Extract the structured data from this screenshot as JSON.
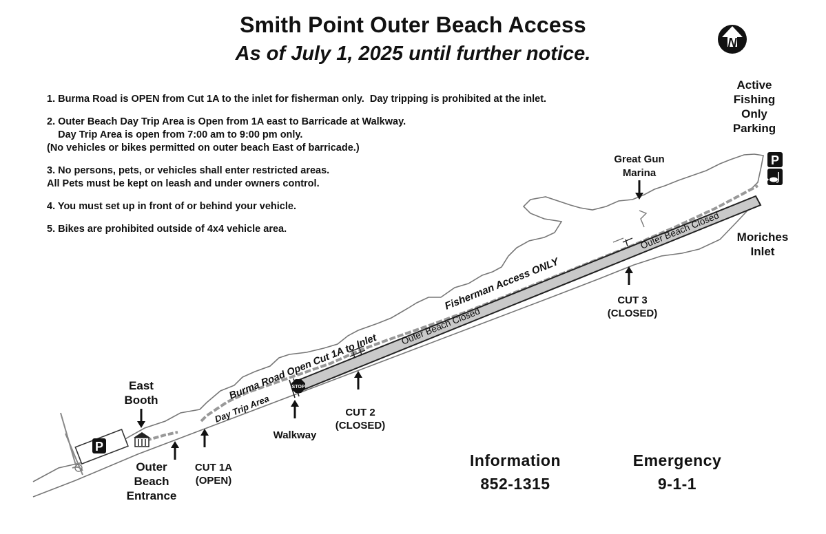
{
  "header": {
    "title": "Smith Point Outer Beach Access",
    "subtitle": "As of July 1, 2025 until further notice."
  },
  "rules": [
    [
      "1. Burma Road is OPEN from Cut 1A to the inlet for fisherman only.  Day tripping is prohibited at the inlet."
    ],
    [
      "2. Outer Beach Day Trip Area is Open from 1A east to Barricade at Walkway.",
      "    Day Trip Area is open from 7:00 am to 9:00 pm only.",
      "(No vehicles or bikes permitted on outer beach East of barricade.)"
    ],
    [
      "3. No persons, pets, or vehicles shall enter restricted areas.",
      "All Pets must be kept on leash and under owners control."
    ],
    [
      "4. You must set up in front of or behind your vehicle."
    ],
    [
      "5. Bikes are prohibited outside of 4x4 vehicle area."
    ]
  ],
  "labels": {
    "active_parking": [
      "Active",
      "Fishing",
      "Only",
      "Parking"
    ],
    "great_gun": [
      "Great Gun",
      "Marina"
    ],
    "moriches": [
      "Moriches",
      "Inlet"
    ],
    "cut3": [
      "CUT 3",
      "(CLOSED)"
    ],
    "cut2": [
      "CUT 2",
      "(CLOSED)"
    ],
    "walkway": [
      "Walkway"
    ],
    "east_booth": [
      "East",
      "Booth"
    ],
    "outer_entrance": [
      "Outer",
      "Beach",
      "Entrance"
    ],
    "cut1a": [
      "CUT 1A",
      "(OPEN)"
    ]
  },
  "map_text": {
    "fisherman": "Fisherman Access ONLY",
    "burma": "Burma Road Open Cut 1A to Inlet",
    "outer_closed": "Outer Beach Closed",
    "day_trip": "Day Trip Area",
    "stop": "STOP",
    "parking_p": "P",
    "north": "N"
  },
  "info": {
    "information_label": "Information",
    "information_phone": "852-1315",
    "emergency_label": "Emergency",
    "emergency_phone": "9-1-1"
  }
}
